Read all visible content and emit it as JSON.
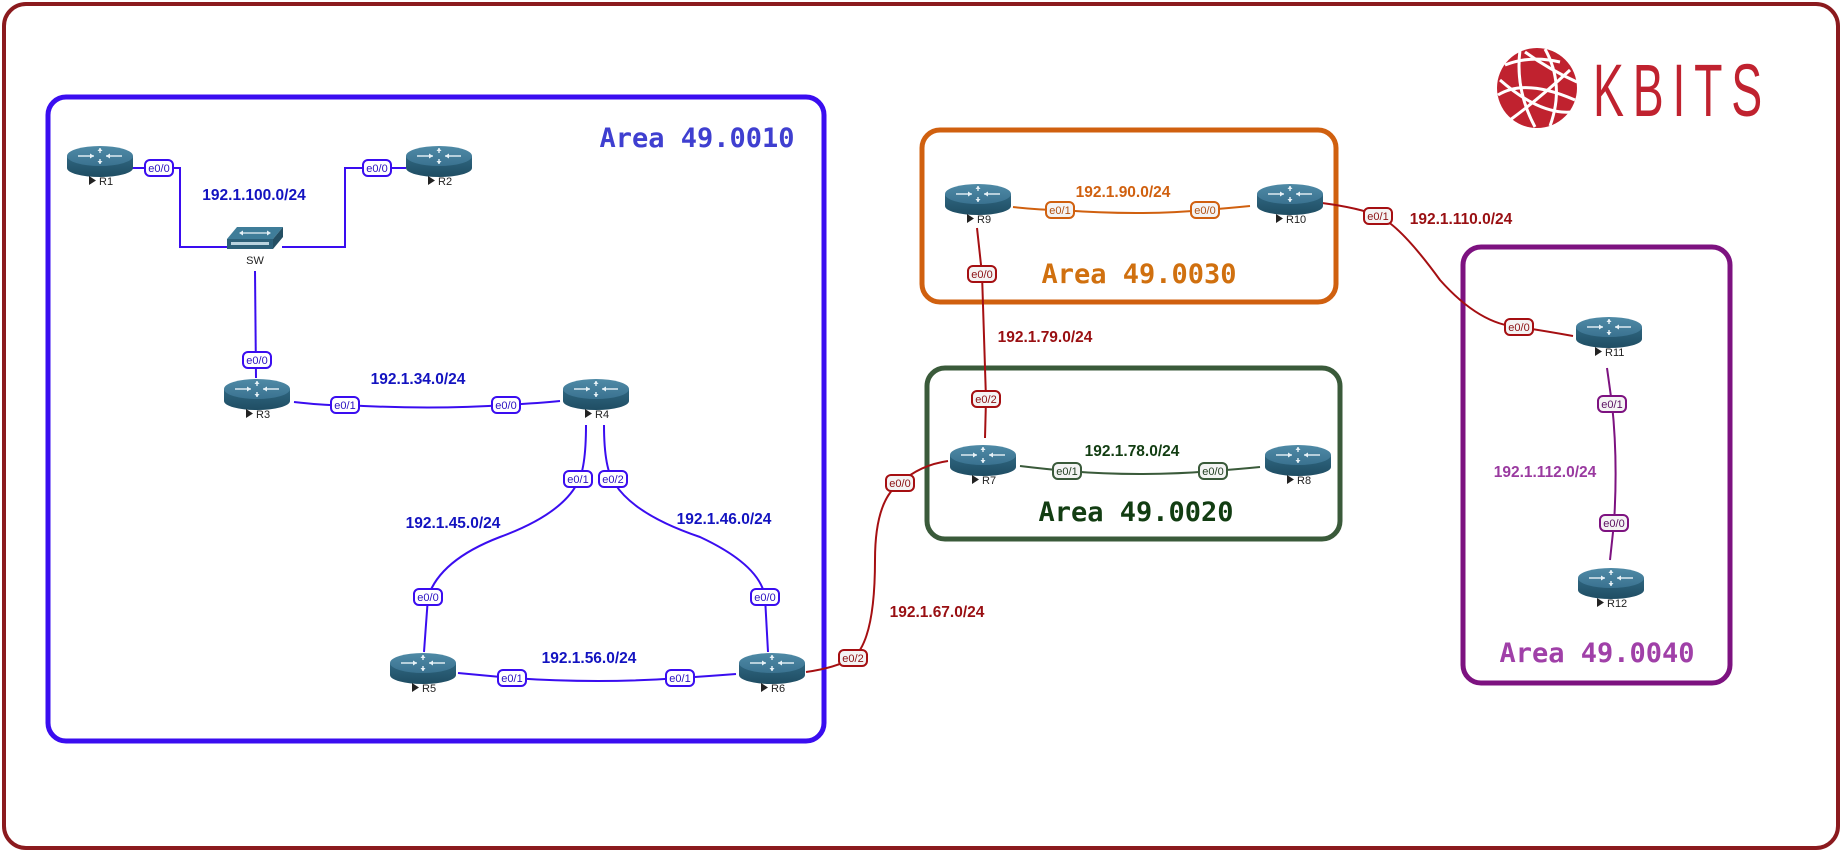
{
  "logo": {
    "text": "KBITS",
    "color": "#c0222f"
  },
  "colors": {
    "frame": "#8b1a1e",
    "area_10": "#3a0df0",
    "area_10_text": "#3f3fd0",
    "area_20": "#3a5a3a",
    "area_20_text": "#123d12",
    "area_30": "#d0600f",
    "area_30_text": "#d0700f",
    "area_40": "#7d1280",
    "area_40_text": "#a040a8",
    "inter_area": "#a50f12",
    "inter_area_text": "#990f12",
    "net_blue_text": "#1313c0",
    "net_orange_text": "#d0600f",
    "net_green_text": "#123d12",
    "net_purple_text": "#9a3aa0"
  },
  "areas": [
    {
      "id": "area-49-0010",
      "title": "Area 49.0010"
    },
    {
      "id": "area-49-0030",
      "title": "Area 49.0030"
    },
    {
      "id": "area-49-0020",
      "title": "Area 49.0020"
    },
    {
      "id": "area-49-0040",
      "title": "Area 49.0040"
    }
  ],
  "nodes": [
    {
      "id": "R1",
      "label": "R1",
      "type": "router"
    },
    {
      "id": "R2",
      "label": "R2",
      "type": "router"
    },
    {
      "id": "SW",
      "label": "SW",
      "type": "switch"
    },
    {
      "id": "R3",
      "label": "R3",
      "type": "router"
    },
    {
      "id": "R4",
      "label": "R4",
      "type": "router"
    },
    {
      "id": "R5",
      "label": "R5",
      "type": "router"
    },
    {
      "id": "R6",
      "label": "R6",
      "type": "router"
    },
    {
      "id": "R7",
      "label": "R7",
      "type": "router"
    },
    {
      "id": "R8",
      "label": "R8",
      "type": "router"
    },
    {
      "id": "R9",
      "label": "R9",
      "type": "router"
    },
    {
      "id": "R10",
      "label": "R10",
      "type": "router"
    },
    {
      "id": "R11",
      "label": "R11",
      "type": "router"
    },
    {
      "id": "R12",
      "label": "R12",
      "type": "router"
    }
  ],
  "networks": [
    {
      "id": "net-100",
      "label": "192.1.100.0/24"
    },
    {
      "id": "net-34",
      "label": "192.1.34.0/24"
    },
    {
      "id": "net-45",
      "label": "192.1.45.0/24"
    },
    {
      "id": "net-46",
      "label": "192.1.46.0/24"
    },
    {
      "id": "net-56",
      "label": "192.1.56.0/24"
    },
    {
      "id": "net-67",
      "label": "192.1.67.0/24"
    },
    {
      "id": "net-79",
      "label": "192.1.79.0/24"
    },
    {
      "id": "net-78",
      "label": "192.1.78.0/24"
    },
    {
      "id": "net-90",
      "label": "192.1.90.0/24"
    },
    {
      "id": "net-110",
      "label": "192.1.110.0/24"
    },
    {
      "id": "net-112",
      "label": "192.1.112.0/24"
    }
  ],
  "interfaces": [
    {
      "node": "R1",
      "label": "e0/0"
    },
    {
      "node": "R2",
      "label": "e0/0"
    },
    {
      "node": "R3",
      "label": "e0/0"
    },
    {
      "node": "R3",
      "label": "e0/1"
    },
    {
      "node": "R4",
      "label": "e0/0"
    },
    {
      "node": "R4",
      "label": "e0/1"
    },
    {
      "node": "R4",
      "label": "e0/2"
    },
    {
      "node": "R5",
      "label": "e0/0"
    },
    {
      "node": "R6",
      "label": "e0/0"
    },
    {
      "node": "R5",
      "label": "e0/1"
    },
    {
      "node": "R6",
      "label": "e0/1"
    },
    {
      "node": "R6",
      "label": "e0/2"
    },
    {
      "node": "R7",
      "label": "e0/0"
    },
    {
      "node": "R9",
      "label": "e0/0"
    },
    {
      "node": "R7",
      "label": "e0/2"
    },
    {
      "node": "R9",
      "label": "e0/1"
    },
    {
      "node": "R10",
      "label": "e0/0"
    },
    {
      "node": "R7",
      "label": "e0/1"
    },
    {
      "node": "R8",
      "label": "e0/0"
    },
    {
      "node": "R10",
      "label": "e0/1"
    },
    {
      "node": "R11",
      "label": "e0/0"
    },
    {
      "node": "R11",
      "label": "e0/1"
    },
    {
      "node": "R12",
      "label": "e0/0"
    }
  ]
}
